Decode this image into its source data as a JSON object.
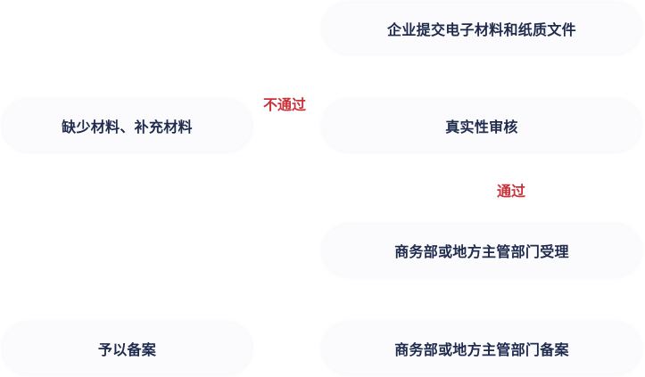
{
  "nodes": {
    "submit": "企业提交电子材料和纸质文件",
    "verify": "真实性审核",
    "supplement": "缺少材料、补充材料",
    "accept": "商务部或地方主管部门受理",
    "record_dept": "商务部或地方主管部门备案",
    "record_done": "予以备案"
  },
  "labels": {
    "fail": "不通过",
    "pass": "通过"
  },
  "colors": {
    "node_text": "#1f2b4d",
    "label_text": "#c8323a",
    "node_bg": "#fbfbfd"
  }
}
